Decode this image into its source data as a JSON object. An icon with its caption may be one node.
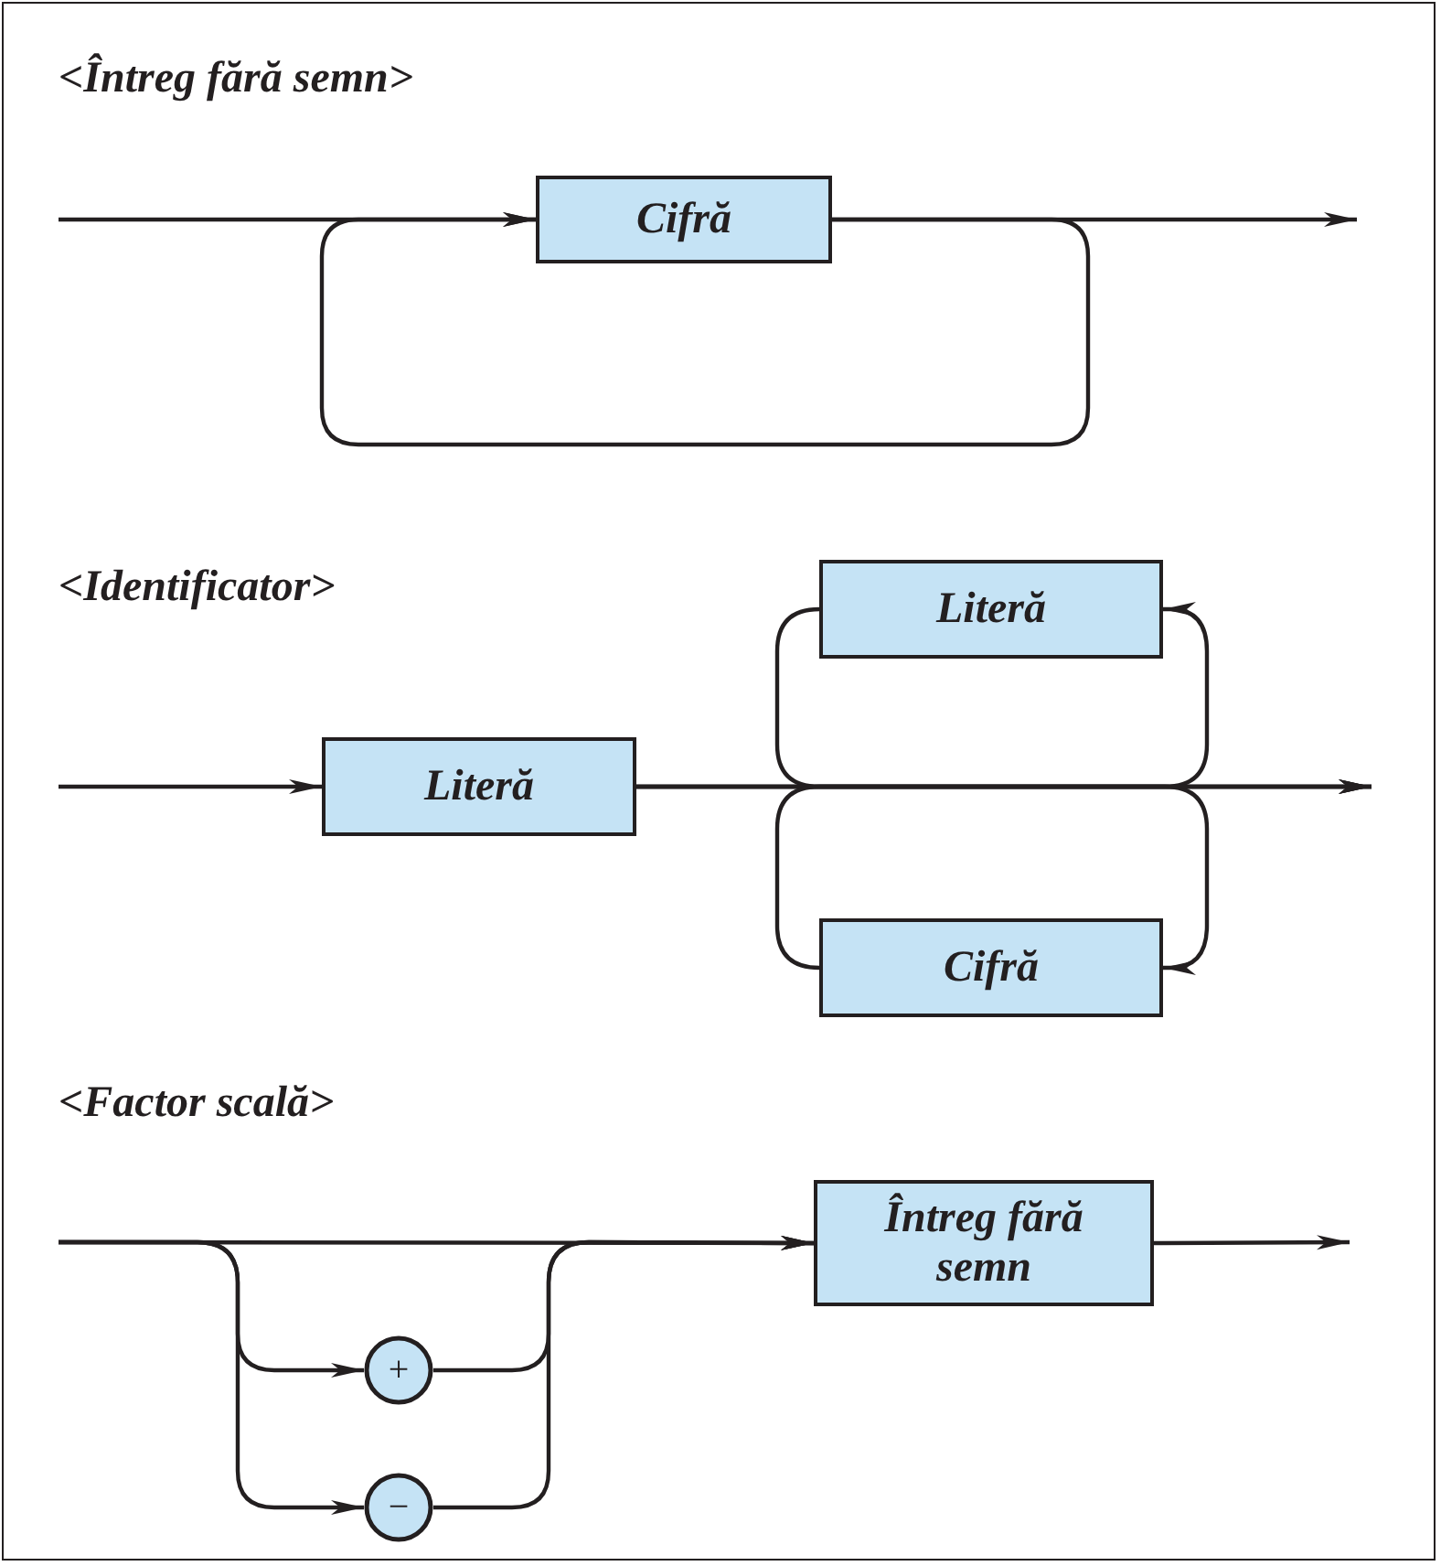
{
  "diagram": {
    "nodes": [
      {
        "text": [
          "Cifră"
        ]
      },
      {
        "text": [
          "Literă"
        ]
      },
      {
        "text": [
          "Literă"
        ]
      },
      {
        "text": [
          "Cifră"
        ]
      },
      {
        "text": [
          "+"
        ]
      },
      {
        "text": [
          "−"
        ]
      },
      {
        "text": [
          "Întreg fără semn"
        ]
      }
    ],
    "edges": [
      {
        "from": null,
        "to": 0,
        "arrow": "to"
      },
      {
        "from": 0,
        "to": null,
        "arrow": "to"
      },
      {
        "from": 0,
        "to": 0,
        "arrow": "to"
      },
      {
        "from": null,
        "to": 1,
        "arrow": "to"
      },
      {
        "from": 1,
        "to": null,
        "arrow": "to"
      },
      {
        "from": 1,
        "to": 2,
        "arrow": "to"
      },
      {
        "from": 2,
        "to": null,
        "arrow": "to"
      },
      {
        "from": 1,
        "to": 3,
        "arrow": "to"
      },
      {
        "from": 3,
        "to": null,
        "arrow": "to"
      },
      {
        "from": null,
        "to": 4,
        "arrow": "to"
      },
      {
        "from": null,
        "to": 5,
        "arrow": "to"
      },
      {
        "from": null,
        "to": 6,
        "arrow": "to"
      },
      {
        "from": 4,
        "to": 6,
        "arrow": "to"
      },
      {
        "from": 5,
        "to": 6,
        "arrow": "to"
      },
      {
        "from": 6,
        "to": null,
        "arrow": "to"
      }
    ],
    "labels": [
      "<Întreg fără semn>",
      "<Identificator>",
      "<Factor scală>"
    ]
  }
}
